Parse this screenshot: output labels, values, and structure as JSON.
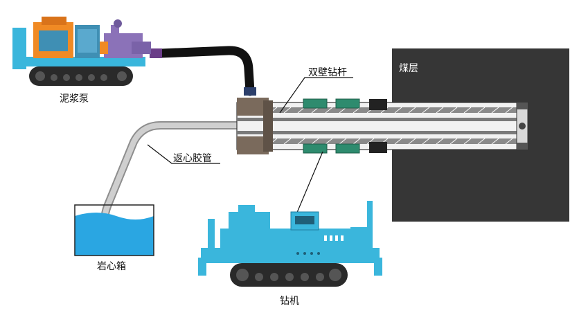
{
  "labels": {
    "coal_seam": "煤层",
    "double_wall_drill_rod": "双壁钻杆",
    "mud_pump": "泥浆泵",
    "core_return_hose": "返心胶管",
    "core_box": "岩心箱",
    "drill_rig": "钻机"
  },
  "colors": {
    "coal": "#363636",
    "equipment_blue": "#3ab6dc",
    "pump_orange": "#f08a24",
    "pump_purple": "#8b72b8",
    "water": "#2aa6e2",
    "hose_gray": "#bdbdbd",
    "clamp_green": "#2e8b6e",
    "track": "#2a2a2a"
  }
}
